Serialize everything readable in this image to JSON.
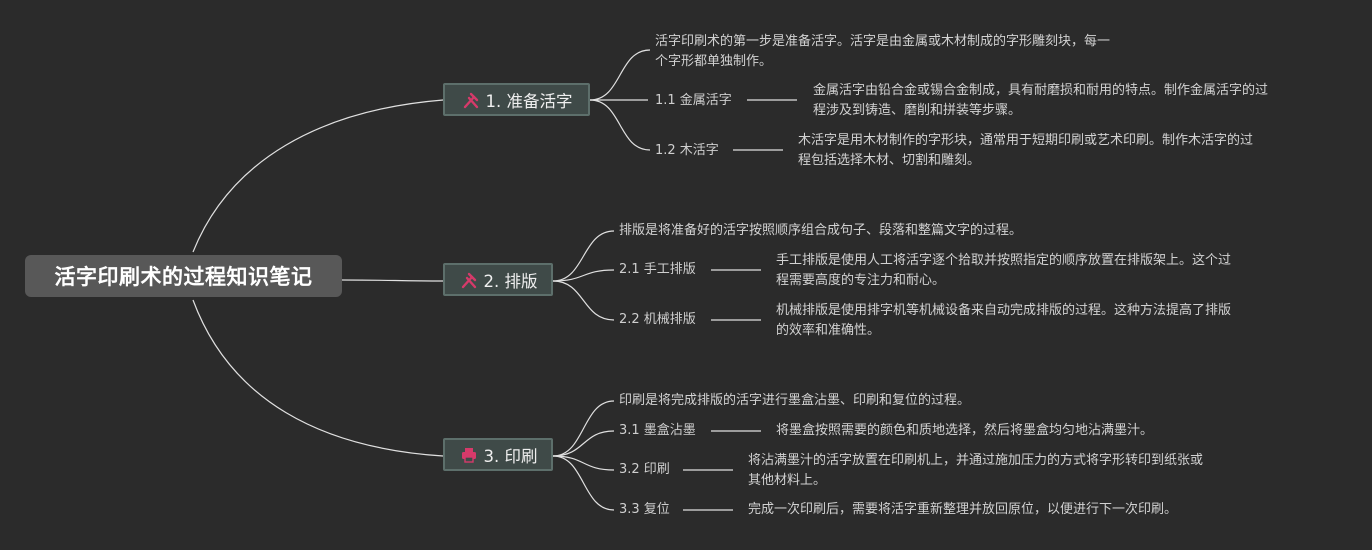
{
  "root": {
    "title": "活字印刷术的过程知识笔记"
  },
  "colors": {
    "background": "#2b2b2b",
    "root_bg": "#585858",
    "topic_bg": "#3f4a48",
    "topic_border": "#5d6f6b",
    "icon_accent": "#d63a6a",
    "line": "#e0e0e0"
  },
  "topics": [
    {
      "label": "1. 准备活字",
      "icon": "hammer-pick-icon",
      "intro": [
        "活字印刷术的第一步是准备活字。活字是由金属或木材制成的字形雕刻块，每一",
        "个字形都单独制作。"
      ],
      "subs": [
        {
          "label": "1.1 金属活字",
          "desc": [
            "金属活字由铅合金或锡合金制成，具有耐磨损和耐用的特点。制作金属活字的过",
            "程涉及到铸造、磨削和拼装等步骤。"
          ]
        },
        {
          "label": "1.2 木活字",
          "desc": [
            "木活字是用木材制作的字形块，通常用于短期印刷或艺术印刷。制作木活字的过",
            "程包括选择木材、切割和雕刻。"
          ]
        }
      ]
    },
    {
      "label": "2. 排版",
      "icon": "hammer-pick-icon",
      "intro": [
        "排版是将准备好的活字按照顺序组合成句子、段落和整篇文字的过程。"
      ],
      "subs": [
        {
          "label": "2.1 手工排版",
          "desc": [
            "手工排版是使用人工将活字逐个拾取并按照指定的顺序放置在排版架上。这个过",
            "程需要高度的专注力和耐心。"
          ]
        },
        {
          "label": "2.2 机械排版",
          "desc": [
            "机械排版是使用排字机等机械设备来自动完成排版的过程。这种方法提高了排版",
            "的效率和准确性。"
          ]
        }
      ]
    },
    {
      "label": "3. 印刷",
      "icon": "printer-icon",
      "intro": [
        "印刷是将完成排版的活字进行墨盒沾墨、印刷和复位的过程。"
      ],
      "subs": [
        {
          "label": "3.1 墨盒沾墨",
          "desc": [
            "将墨盒按照需要的颜色和质地选择，然后将墨盒均匀地沾满墨汁。"
          ]
        },
        {
          "label": "3.2 印刷",
          "desc": [
            "将沾满墨汁的活字放置在印刷机上，并通过施加压力的方式将字形转印到纸张或",
            "其他材料上。"
          ]
        },
        {
          "label": "3.3 复位",
          "desc": [
            "完成一次印刷后，需要将活字重新整理并放回原位，以便进行下一次印刷。"
          ]
        }
      ]
    }
  ]
}
